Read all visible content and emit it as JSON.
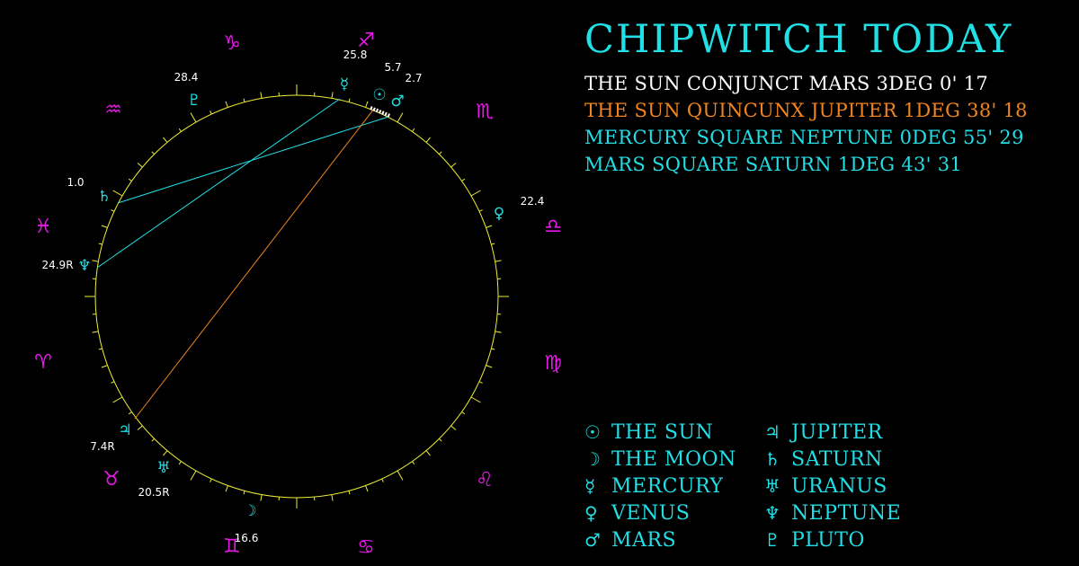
{
  "header": {
    "title": "ChipWitch Today"
  },
  "colors": {
    "background": "#000000",
    "cyan": "#22dfe6",
    "white": "#ffffff",
    "orange": "#f0841e",
    "magenta": "#e619e6",
    "wheel": "#eeee33"
  },
  "aspects": [
    {
      "text": "The Sun Conjunct Mars 3deg 0' 17",
      "color": "#ffffff"
    },
    {
      "text": "The Sun Quincunx Jupiter 1deg 38' 18",
      "color": "#f0841e"
    },
    {
      "text": "Mercury Square Neptune 0deg 55' 29",
      "color": "#22dfe6"
    },
    {
      "text": "Mars Square Saturn 1deg 43' 31",
      "color": "#22dfe6"
    }
  ],
  "legend": {
    "left": [
      {
        "glyph": "☉",
        "icon": "sun-icon",
        "name": "The Sun"
      },
      {
        "glyph": "☽",
        "icon": "moon-icon",
        "name": "The Moon"
      },
      {
        "glyph": "☿",
        "icon": "mercury-icon",
        "name": "Mercury"
      },
      {
        "glyph": "♀",
        "icon": "venus-icon",
        "name": "Venus"
      },
      {
        "glyph": "♂",
        "icon": "mars-icon",
        "name": "Mars"
      }
    ],
    "right": [
      {
        "glyph": "♃",
        "icon": "jupiter-icon",
        "name": "Jupiter"
      },
      {
        "glyph": "♄",
        "icon": "saturn-icon",
        "name": "Saturn"
      },
      {
        "glyph": "♅",
        "icon": "uranus-icon",
        "name": "Uranus"
      },
      {
        "glyph": "♆",
        "icon": "neptune-icon",
        "name": "Neptune"
      },
      {
        "glyph": "♇",
        "icon": "pluto-icon",
        "name": "Pluto"
      }
    ]
  },
  "wheel": {
    "signs": [
      {
        "key": "capricorn",
        "glyph": "♑"
      },
      {
        "key": "sagittarius",
        "glyph": "♐"
      },
      {
        "key": "aquarius",
        "glyph": "♒"
      },
      {
        "key": "scorpio",
        "glyph": "♏"
      },
      {
        "key": "pisces",
        "glyph": "♓"
      },
      {
        "key": "libra",
        "glyph": "♎"
      },
      {
        "key": "aries",
        "glyph": "♈"
      },
      {
        "key": "virgo",
        "glyph": "♍"
      },
      {
        "key": "taurus",
        "glyph": "♉"
      },
      {
        "key": "leo",
        "glyph": "♌"
      },
      {
        "key": "gemini",
        "glyph": "♊"
      },
      {
        "key": "cancer",
        "glyph": "♋"
      }
    ],
    "planets": [
      {
        "key": "mercury",
        "glyph": "☿",
        "degree": "25.8"
      },
      {
        "key": "sun",
        "glyph": "☉",
        "degree": "5.7"
      },
      {
        "key": "mars",
        "glyph": "♂",
        "degree": "2.7"
      },
      {
        "key": "pluto",
        "glyph": "♇",
        "degree": "28.4"
      },
      {
        "key": "saturn",
        "glyph": "♄",
        "degree": "1.0"
      },
      {
        "key": "venus",
        "glyph": "♀",
        "degree": "22.4"
      },
      {
        "key": "neptune",
        "glyph": "♆",
        "degree": "24.9R"
      },
      {
        "key": "jupiter",
        "glyph": "♃",
        "degree": "7.4R"
      },
      {
        "key": "uranus",
        "glyph": "♅",
        "degree": "20.5R"
      },
      {
        "key": "moon",
        "glyph": "☽",
        "degree": "16.6"
      }
    ]
  }
}
